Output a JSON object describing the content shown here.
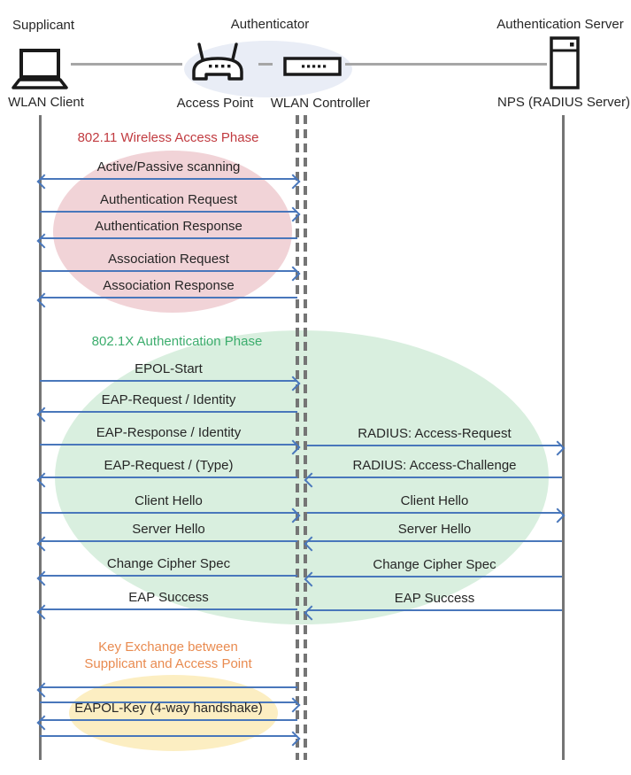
{
  "header": {
    "roles": {
      "supplicant": "Supplicant",
      "authenticator": "Authenticator",
      "auth_server": "Authentication Server"
    },
    "devices": {
      "wlan_client": "WLAN Client",
      "access_point": "Access Point",
      "wlan_controller": "WLAN Controller",
      "nps": "NPS (RADIUS Server)"
    }
  },
  "phases": [
    {
      "id": "wireless-access",
      "title": "802.11 Wireless Access Phase",
      "color": "#C13B40",
      "ellipse_color": "#F1D3D7"
    },
    {
      "id": "authentication",
      "title": "802.1X Authentication Phase",
      "color": "#3CAD6D",
      "ellipse_color": "#D9EFDF"
    },
    {
      "id": "key-exchange",
      "title_line1": "Key Exchange between",
      "title_line2": "Supplicant and Access Point",
      "color": "#E98B50",
      "ellipse_color": "#FCEEC2"
    }
  ],
  "messages": {
    "client_controller": [
      {
        "label": "Active/Passive scanning",
        "direction": "both"
      },
      {
        "label": "Authentication Request",
        "direction": "right"
      },
      {
        "label": "Authentication Response",
        "direction": "left"
      },
      {
        "label": "Association Request",
        "direction": "right"
      },
      {
        "label": "Association Response",
        "direction": "left"
      },
      {
        "label": "EPOL-Start",
        "direction": "right"
      },
      {
        "label": "EAP-Request / Identity",
        "direction": "left"
      },
      {
        "label": "EAP-Response / Identity",
        "direction": "right"
      },
      {
        "label": "EAP-Request / (Type)",
        "direction": "left"
      },
      {
        "label": "Client Hello",
        "direction": "right"
      },
      {
        "label": "Server Hello",
        "direction": "left"
      },
      {
        "label": "Change Cipher Spec",
        "direction": "left"
      },
      {
        "label": "EAP Success",
        "direction": "left"
      },
      {
        "label": "",
        "direction": "left"
      },
      {
        "label": "",
        "direction": "right"
      },
      {
        "label": "EAPOL-Key (4-way handshake)",
        "direction": "left"
      },
      {
        "label": "",
        "direction": "right"
      }
    ],
    "controller_server": [
      {
        "label": "RADIUS: Access-Request",
        "direction": "right"
      },
      {
        "label": "RADIUS: Access-Challenge",
        "direction": "left"
      },
      {
        "label": "Client Hello",
        "direction": "right"
      },
      {
        "label": "Server Hello",
        "direction": "left"
      },
      {
        "label": "Change Cipher Spec",
        "direction": "left"
      },
      {
        "label": "EAP Success",
        "direction": "left"
      }
    ]
  },
  "colors": {
    "arrow": "#4977BB",
    "lifeline": "#757575",
    "connector": "#A6A6A6",
    "authenticator_ellipse": "#E9EDF6"
  }
}
